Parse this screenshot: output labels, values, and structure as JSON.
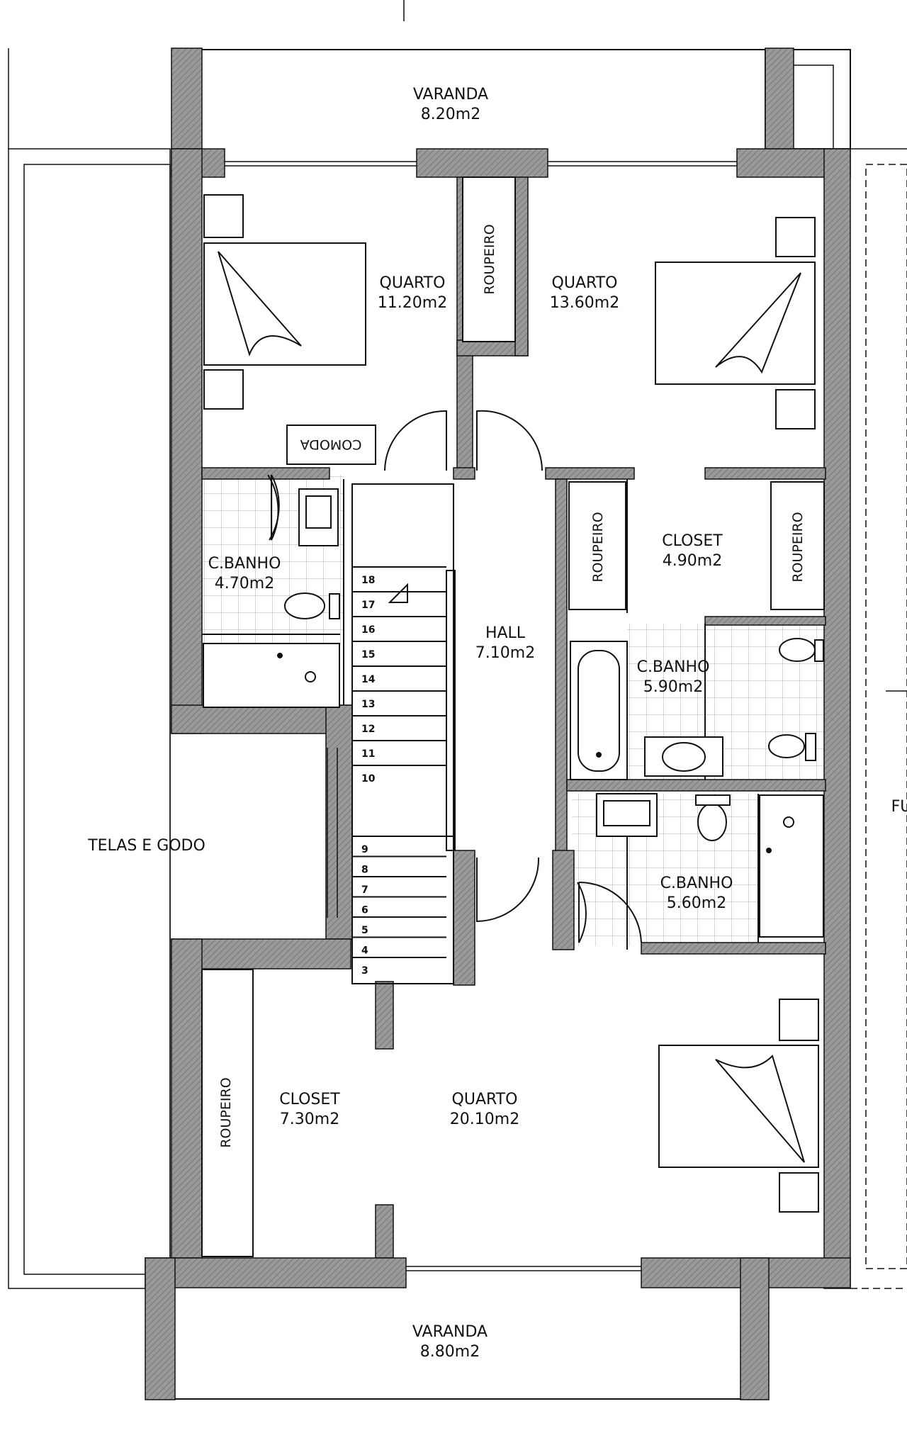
{
  "rooms": {
    "varanda_top": {
      "name": "VARANDA",
      "area": "8.20m2"
    },
    "quarto_nw": {
      "name": "QUARTO",
      "area": "11.20m2"
    },
    "quarto_ne": {
      "name": "QUARTO",
      "area": "13.60m2"
    },
    "closet_east": {
      "name": "CLOSET",
      "area": "4.90m2"
    },
    "banho_west": {
      "name": "C.BANHO",
      "area": "4.70m2"
    },
    "hall": {
      "name": "HALL",
      "area": "7.10m2"
    },
    "banho_east1": {
      "name": "C.BANHO",
      "area": "5.90m2"
    },
    "banho_east2": {
      "name": "C.BANHO",
      "area": "5.60m2"
    },
    "roof": {
      "name": "TELAS E GODO"
    },
    "closet_south": {
      "name": "CLOSET",
      "area": "7.30m2"
    },
    "quarto_south": {
      "name": "QUARTO",
      "area": "20.10m2"
    },
    "varanda_bottom": {
      "name": "VARANDA",
      "area": "8.80m2"
    }
  },
  "furniture": {
    "roupeiro": "ROUPEIRO",
    "comoda": "COMODA"
  },
  "stairs": {
    "steps": [
      "18",
      "17",
      "16",
      "15",
      "14",
      "13",
      "12",
      "11",
      "10",
      "9",
      "8",
      "7",
      "6",
      "5",
      "4",
      "3"
    ]
  },
  "edge_text": "FU",
  "colors": {
    "wall": "#8c8c8c",
    "line": "#111111",
    "tile": "#bdbdbd"
  }
}
